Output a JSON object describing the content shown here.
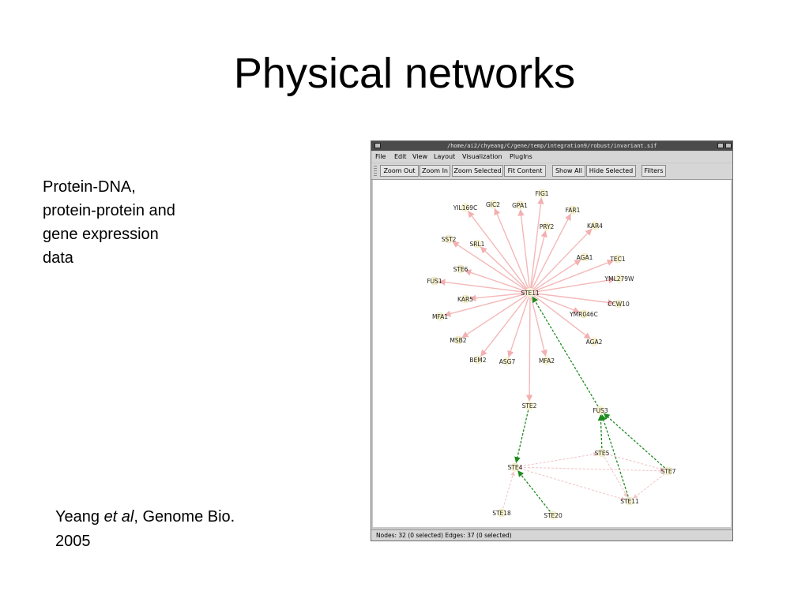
{
  "slide": {
    "title": "Physical networks",
    "description_lines": [
      "Protein-DNA,",
      "protein-protein and",
      "gene expression",
      "data"
    ],
    "citation": {
      "author": "Yeang ",
      "etal": "et al",
      "rest": ", Genome Bio.",
      "year": "2005"
    }
  },
  "window": {
    "title": "/home/ai2/chyeang/C/gene/temp/integration9/robust/invariant.sif",
    "menu": [
      "File",
      "Edit",
      "View",
      "Layout",
      "Visualization",
      "PlugIns"
    ],
    "toolbar": [
      "Zoom Out",
      "Zoom In",
      "Zoom Selected",
      "Fit Content",
      "Show All",
      "Hide Selected",
      "Filters"
    ],
    "status": "Nodes: 32 (0 selected) Edges: 37 (0 selected)"
  },
  "network": {
    "colors": {
      "protein_dna_edge": "#f4b8b8",
      "protein_protein_edge": "#1e8a1e",
      "weak_edge": "#f2c8c8",
      "node_fill": "#fbf6d2"
    },
    "hub": "STE11",
    "nodes": [
      "FIG1",
      "YIL169C",
      "GIC2",
      "GPA1",
      "FAR1",
      "PRY2",
      "KAR4",
      "SST2",
      "SRL1",
      "AGA1",
      "TEC1",
      "STE6",
      "YML279W",
      "FUS1",
      "STE11",
      "KAR5",
      "CCW10",
      "YMR046C",
      "MFA1",
      "MSB2",
      "AGA2",
      "BEM2",
      "ASG7",
      "MFA2",
      "STE2",
      "FUS3",
      "STE5",
      "STE7",
      "STE4",
      "STE11",
      "STE18",
      "STE20"
    ]
  }
}
